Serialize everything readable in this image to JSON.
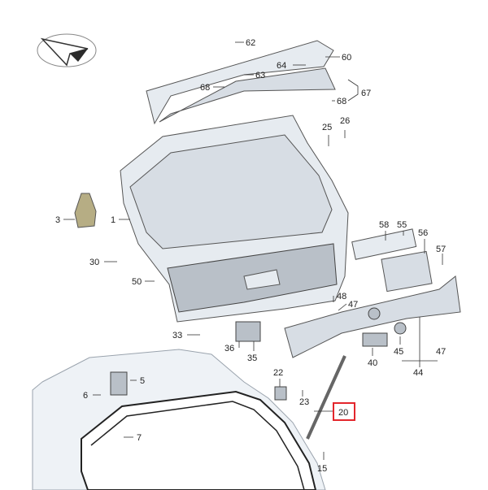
{
  "labels": {
    "l1": "1",
    "l3": "3",
    "l5": "5",
    "l6": "6",
    "l7": "7",
    "l15": "15",
    "l20": "20",
    "l22": "22",
    "l23": "23",
    "l25": "25",
    "l26": "26",
    "l30": "30",
    "l33": "33",
    "l35": "35",
    "l36": "36",
    "l40": "40",
    "l44": "44",
    "l45": "45",
    "l47a": "47",
    "l47b": "47",
    "l48": "48",
    "l50": "50",
    "l55": "55",
    "l56": "56",
    "l57": "57",
    "l58": "58",
    "l60": "60",
    "l62": "62",
    "l63": "63",
    "l64": "64",
    "l67": "67",
    "l68a": "68",
    "l68b": "68"
  },
  "highlight": {
    "part": "20",
    "color": "#e3262c"
  },
  "colors": {
    "part_fill": "#e6ebf0",
    "outline": "#555555",
    "car_outline": "#9aa3ad"
  }
}
